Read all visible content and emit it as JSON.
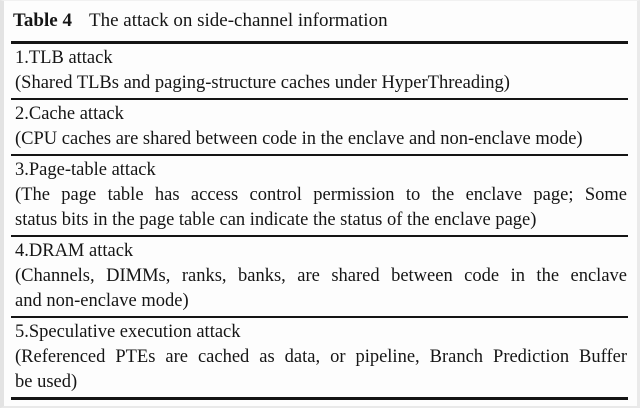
{
  "caption": {
    "label": "Table 4",
    "text": "The attack on side-channel information"
  },
  "table": {
    "rows": [
      {
        "name": "1.TLB attack",
        "desc_lines": [
          "(Shared TLBs and paging-structure caches under HyperThreading)"
        ]
      },
      {
        "name": "2.Cache attack",
        "desc_lines": [
          "(CPU caches are shared between code in the enclave and non-enclave mode)"
        ]
      },
      {
        "name": "3.Page-table attack",
        "desc_lines": [
          "(The page table has access control permission to the enclave page; Some",
          "status bits in the page table can indicate the status of the enclave page)"
        ]
      },
      {
        "name": "4.DRAM attack",
        "desc_lines": [
          "(Channels, DIMMs, ranks, banks, are shared between code in the enclave",
          "and non-enclave mode)"
        ]
      },
      {
        "name": "5.Speculative execution attack",
        "desc_lines": [
          "(Referenced PTEs are cached as data, or pipeline, Branch Prediction Buffer",
          "be used)"
        ]
      }
    ]
  },
  "colors": {
    "text": "#151515",
    "rule": "#151515",
    "page_edge": "#e3e3e3",
    "background": "#fdfdfd"
  }
}
